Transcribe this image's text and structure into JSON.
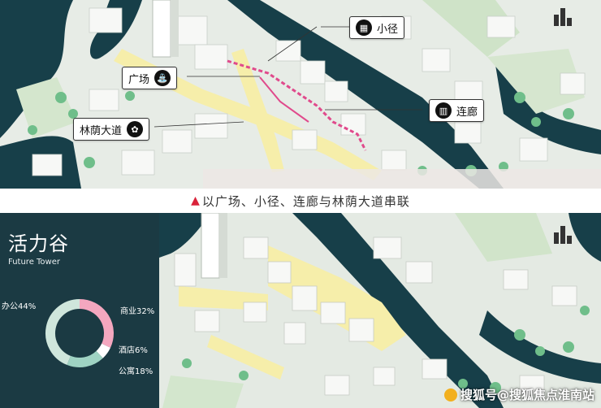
{
  "top_map": {
    "labels": {
      "plaza": "广场",
      "path": "小径",
      "gallery": "连廊",
      "boulevard": "林荫大道"
    }
  },
  "caption": {
    "marker": "▲",
    "text": "以广场、小径、连廊与林荫大道串联"
  },
  "bottom_map": {
    "card": {
      "title": "活力谷",
      "subtitle": "Future Tower"
    },
    "donut": {
      "segments": [
        {
          "label": "办公44%",
          "value": 44,
          "color": "#cfe6dc"
        },
        {
          "label": "商业32%",
          "value": 32,
          "color": "#f4a7bf"
        },
        {
          "label": "酒店6%",
          "value": 6,
          "color": "#ffffff"
        },
        {
          "label": "公寓18%",
          "value": 18,
          "color": "#9fd3c3"
        }
      ]
    }
  },
  "watermark": "搜狐号@搜狐焦点淮南站",
  "colors": {
    "water": "#173f49",
    "green": "#8ccf9e",
    "road_yellow": "#f6eeaa",
    "pink_path": "#e04a8c"
  }
}
